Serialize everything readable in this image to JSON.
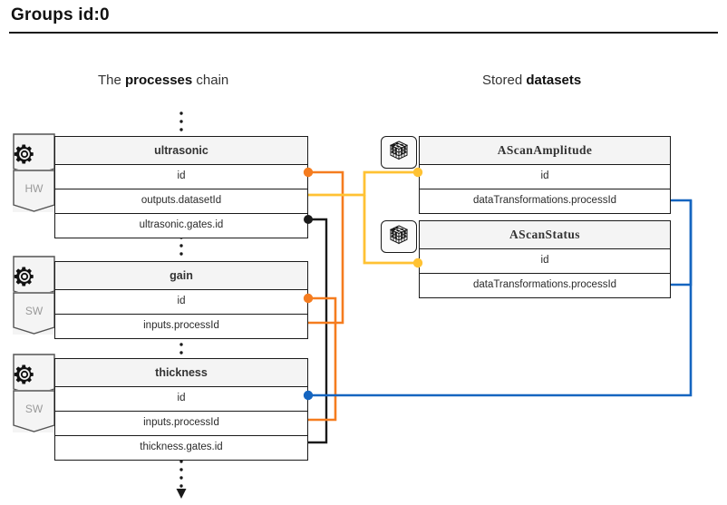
{
  "page": {
    "title": "Groups id:0"
  },
  "columns": {
    "left": {
      "prefix": "The ",
      "emphasis": "processes",
      "suffix": " chain"
    },
    "right": {
      "prefix": "Stored ",
      "emphasis": "datasets",
      "suffix": ""
    }
  },
  "processes": [
    {
      "name": "ultrasonic",
      "kind": "HW",
      "icon": "gear-icon",
      "fields": [
        "id",
        "outputs.datasetId",
        "ultrasonic.gates.id"
      ]
    },
    {
      "name": "gain",
      "kind": "SW",
      "icon": "gear-icon",
      "fields": [
        "id",
        "inputs.processId"
      ]
    },
    {
      "name": "thickness",
      "kind": "SW",
      "icon": "gear-icon",
      "fields": [
        "id",
        "inputs.processId",
        "thickness.gates.id"
      ]
    }
  ],
  "datasets": [
    {
      "name": "AScanAmplitude",
      "icon": "cube-icon",
      "fields": [
        "id",
        "dataTransformations.processId"
      ]
    },
    {
      "name": "AScanStatus",
      "icon": "cube-icon",
      "fields": [
        "id",
        "dataTransformations.processId"
      ]
    }
  ],
  "colors": {
    "orange": "#F57C1F",
    "yellow": "#FFC233",
    "blue": "#1565C0",
    "black": "#1a1a1a",
    "border": "#1a1a1a",
    "header_fill": "#f4f4f4",
    "kind_text": "#9a9a9a"
  },
  "connections": [
    {
      "name": "ultrasonic-id-to-gain-inputs",
      "color": "#F57C1F",
      "from": "ultrasonic.id",
      "to": "gain.inputs.processId"
    },
    {
      "name": "ultrasonic-outputs-to-dataset-ids",
      "color": "#FFC233",
      "from": "ultrasonic.outputs.datasetId",
      "to": "AScanAmplitude.id, AScanStatus.id"
    },
    {
      "name": "ultrasonic-gates-to-thickness-gates",
      "color": "#1a1a1a",
      "from": "ultrasonic.gates.id",
      "to": "thickness.gates.id"
    },
    {
      "name": "gain-id-to-thickness-inputs",
      "color": "#F57C1F",
      "from": "gain.id",
      "to": "thickness.inputs.processId"
    },
    {
      "name": "thickness-id-to-dataset-transformations",
      "color": "#1565C0",
      "from": "thickness.id",
      "to": "AScanAmplitude.dataTransformations.processId, AScanStatus.dataTransformations.processId"
    }
  ]
}
